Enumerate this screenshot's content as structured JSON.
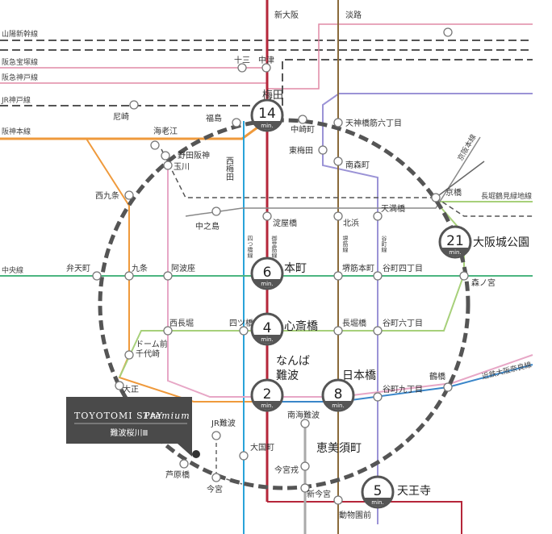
{
  "hotel": {
    "name": "TOYOTOMI STAY",
    "brand": "Premium",
    "location": "難波桜川Ⅲ"
  },
  "lines": {
    "sanyo_shinkansen": "山陽新幹線",
    "hankyu_takarazuka": "阪急宝塚線",
    "hankyu_kobe": "阪急神戸線",
    "jr_kobe": "JR神戸線",
    "hanshin": "阪神本線",
    "chuo": "中央線",
    "nagahori": "長堀鶴見緑地線",
    "keihan": "京阪本線",
    "kintetsu_nara": "近鉄大阪奈良線",
    "yotsubashi": "四つ橋線",
    "midosuji": "御堂筋線",
    "sakaisuji": "堺筋線",
    "tanimachi": "谷町線"
  },
  "stations": {
    "shin_osaka": "新大阪",
    "awaji": "淡路",
    "juso": "十三",
    "nakatsu": "中津",
    "umeda": "梅田",
    "amagasaki": "尼崎",
    "ebie": "海老江",
    "fukushima": "福島",
    "nakazakicho": "中崎町",
    "tenjinbashi": "天神橋筋六丁目",
    "higashi_umeda": "東梅田",
    "noda_hanshin": "野田阪神",
    "tamagawa": "玉川",
    "nishi_umeda": "西梅田",
    "minami_morimachi": "南森町",
    "kyobashi": "京橋",
    "nishikujo": "西九条",
    "nakanoshima": "中之島",
    "yodoyabashi": "淀屋橋",
    "kitahama": "北浜",
    "temmabashi": "天満橋",
    "osakajokoen": "大阪城公園",
    "bentencho": "弁天町",
    "kujo": "九条",
    "awaza": "阿波座",
    "hommachi": "本町",
    "sakaisuji_hommachi": "堺筋本町",
    "tanimachi_4": "谷町四丁目",
    "morinomiya": "森ノ宮",
    "nishinagahori": "西長堀",
    "yotsubashi": "四ツ橋",
    "shinsaibashi": "心斎橋",
    "nagahoribashi": "長堀橋",
    "tanimachi_6": "谷町六丁目",
    "dome_mae": "ドーム前",
    "chiyozaki": "千代崎",
    "namba": "なんば",
    "nanba": "難波",
    "nipponbashi": "日本橋",
    "tanimachi_9": "谷町九丁目",
    "tsuruhashi": "鶴橋",
    "taisho": "大正",
    "nankai_namba": "南海難波",
    "jr_namba": "JR難波",
    "daikokucho": "大国町",
    "ebisucho": "恵美須町",
    "ashiharabashi": "芦原橋",
    "imamiyaebisu": "今宮戎",
    "imamiya": "今宮",
    "shin_imamiya": "新今宮",
    "tennoji": "天王寺",
    "dobutsuen_mae": "動物園前"
  },
  "badges": {
    "umeda_min": "14",
    "hommachi_min": "6",
    "shinsaibashi_min": "4",
    "namba_min": "2",
    "nipponbashi_min": "8",
    "tennoji_min": "5",
    "osakajo_min": "21",
    "unit": "min."
  },
  "colors": {
    "midosuji": "#b5263a",
    "yotsubashi": "#29a3d9",
    "tanimachi": "#9b93d6",
    "sakaisuji": "#8a6a3a",
    "chuo": "#4cb580",
    "nagahori": "#a7d07a",
    "sennichimae": "#e7a7c6",
    "hanshin": "#ef9a3c",
    "kintetsu": "#3a86c9",
    "hankyu": "#e18aa6",
    "loop": "#555555"
  }
}
